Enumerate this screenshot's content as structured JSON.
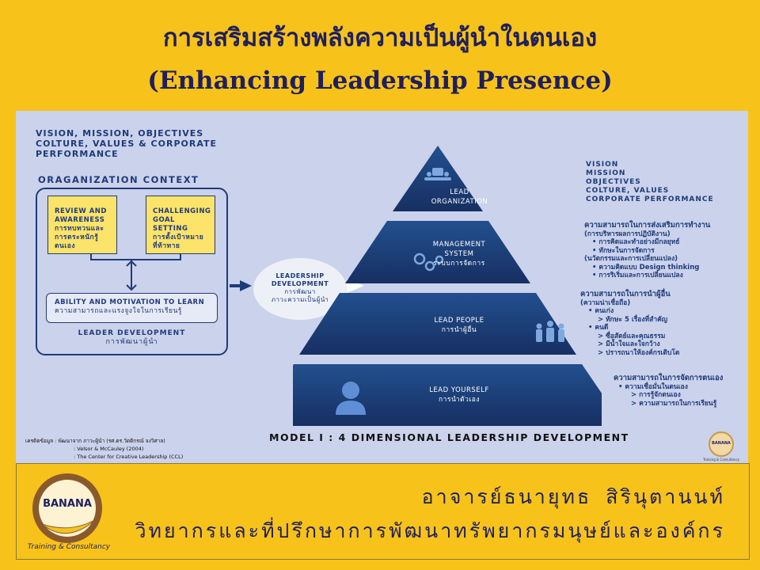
{
  "title_th": "การเสริมสร้างพลังความเป็นผู้นำในตนเอง",
  "title_en": "(Enhancing Leadership Presence)",
  "top_left_text": [
    "VISION, MISSION, OBJECTIVES",
    "COLTURE, VALUES & CORPORATE",
    "PERFORMANCE"
  ],
  "org": {
    "title": "ORAGANIZATION  CONTEXT",
    "box1": [
      "REVIEW AND",
      "AWARENESS",
      "การทบทวนและ",
      "การตระหนักรู้",
      "ตนเอง"
    ],
    "box2": [
      "CHALLENGING",
      "GOAL SETTING",
      "การตั้งเป้าหมาย",
      "ที่ท้าทาย"
    ],
    "ability_en": "ABILITY AND MOTIVATION TO LEARN",
    "ability_th": "ความสามารถและแรงจูงใจในการเรียนรู้",
    "leader_dev_en": "LEADER  DEVELOPMENT",
    "leader_dev_th": "การพัฒนาผู้นำ"
  },
  "circle": [
    "LEADERSHIP",
    "DEVELOPMENT",
    "การพัฒนา",
    "ภาวะความเป็นผู้นำ"
  ],
  "pyramid": {
    "level1": [
      "LEAD",
      "ORGANIZATION"
    ],
    "level2": [
      "MANAGEMENT",
      "SYSTEM",
      "ระบบการจัดการ"
    ],
    "level3": [
      "LEAD PEOPLE",
      "การนำผู้อื่น"
    ],
    "level4": [
      "LEAD YOURSELF",
      "การนำตัวเอง"
    ]
  },
  "right": {
    "r1": [
      "VISION",
      "MISSION",
      "OBJECTIVES",
      "COLTURE, VALUES",
      "CORPORATE PERFORMANCE"
    ],
    "r2": [
      "ความสามารถในการส่งเสริมการทำงาน",
      "(การบริหารผลการปฏิบัติงาน)",
      "• การคิดและทำอย่างมีกลยุทธ์",
      "• ทักษะในการจัดการ",
      "(นวัตกรรมและการเปลี่ยนแปลง)",
      "• ความคิดแบบ Design thinking",
      "• การริเริ่มและการเปลี่ยนแปลง"
    ],
    "r3": [
      "ความสามารถในการนำผู้อื่น",
      "(ความน่าเชื่อถือ)",
      "• คนเก่ง",
      "> ทักษะ 5 เรื่องที่สำคัญ",
      "• คนดี",
      "> ซื่อสัตย์และคุณธรรม",
      "> มีน้ำใจและใจกว้าง",
      "> ปรารถนาให้องค์กรเติบโต"
    ],
    "r4": [
      "ความสามารถในการจัดการตนเอง",
      "• ความเชื่อมั่นในตนเอง",
      "> การรู้จักตนเอง",
      "> ความสามารถในการเรียนรู้"
    ]
  },
  "model_caption": "MODEL I : 4 DIMENSIONAL LEADERSHIP DEVELOPMENT",
  "credit": [
    "เครดิตข้อมูล : พัฒนาจาก ภาวะผู้นำ (รศ.ดร.วัตติกรณ์ จงวิศาล)",
    ": Velsor & McCauley (2004)",
    ": The Center for Creative Leadership (CCL)"
  ],
  "small_logo": [
    "BANANA",
    "Training & Consultancy"
  ],
  "logo": {
    "name": "BANANA",
    "tagline": "Training & Consultancy"
  },
  "presenter_name": "อาจารย์ธนายุทธ สิรินุตานนท์",
  "presenter_role": "วิทยากรและที่ปรึกษาการพัฒนาทรัพยากรมนุษย์และองค์กร",
  "colors": {
    "background": "#f7c21a",
    "panel": "#cbd2ec",
    "navy": "#1f3b78",
    "pyramid": "#1c3f7c",
    "yellow_box": "#fce36a"
  }
}
